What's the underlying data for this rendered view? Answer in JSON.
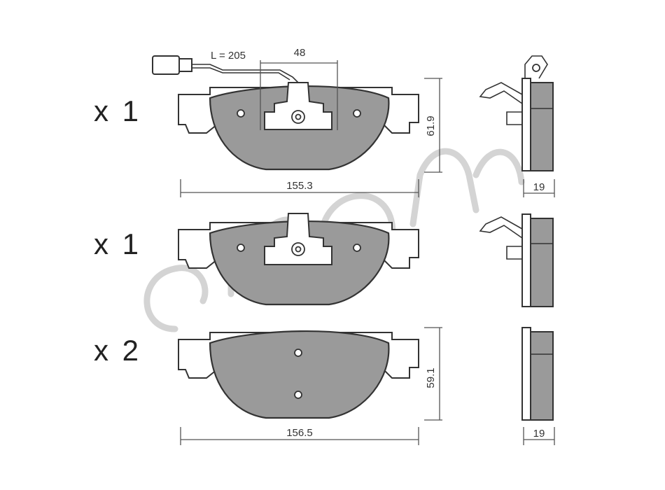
{
  "rows": [
    {
      "quantity": "x 1"
    },
    {
      "quantity": "x 1"
    },
    {
      "quantity": "x 2"
    }
  ],
  "dimensions": {
    "wire_length": "L = 205",
    "sensor_width": "48",
    "pad1_height": "61.9",
    "pad1_width": "155.3",
    "pad1_thickness": "19",
    "pad3_height": "59.1",
    "pad3_width": "156.5",
    "pad3_thickness": "19"
  },
  "colors": {
    "friction_material": "#9a9a9a",
    "outline": "#333333",
    "watermark": "#d4d4d4"
  }
}
